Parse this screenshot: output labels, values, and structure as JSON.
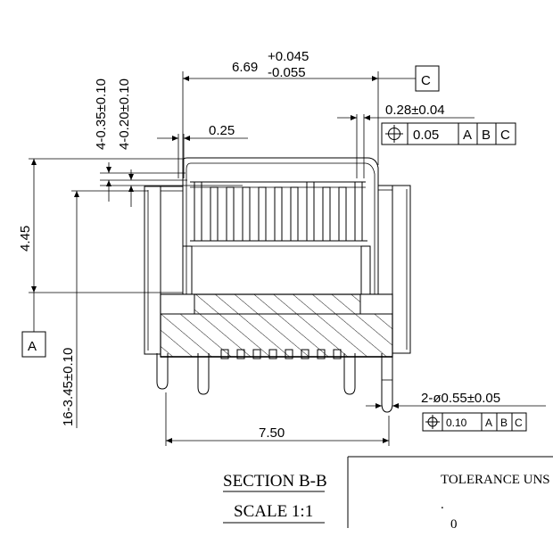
{
  "dimensions": {
    "width_value": "6.69",
    "width_tol_upper": "+0.045",
    "width_tol_lower": "-0.055",
    "pitch_small": "0.25",
    "pin_width": "0.28±0.04",
    "height_total": "4.45",
    "stack_a": "4-0.35±0.10",
    "stack_b": "4-0.20±0.10",
    "pin_length": "16-3.45±0.10",
    "base_width": "7.50",
    "hole_dia": "2-ø0.55±0.05"
  },
  "datums": {
    "a": "A",
    "c": "C"
  },
  "fcf_top": {
    "symbol": "position-icon",
    "tolerance": "0.05",
    "refs": [
      "A",
      "B",
      "C"
    ]
  },
  "fcf_bottom": {
    "symbol": "position-icon",
    "tolerance": "0.10",
    "refs": [
      "A",
      "B",
      "C"
    ]
  },
  "section": {
    "title": "SECTION B-B",
    "scale": "SCALE 1:1"
  },
  "title_block": {
    "text": "TOLERANCE UNS",
    "dot": ".",
    "digit": "0"
  }
}
